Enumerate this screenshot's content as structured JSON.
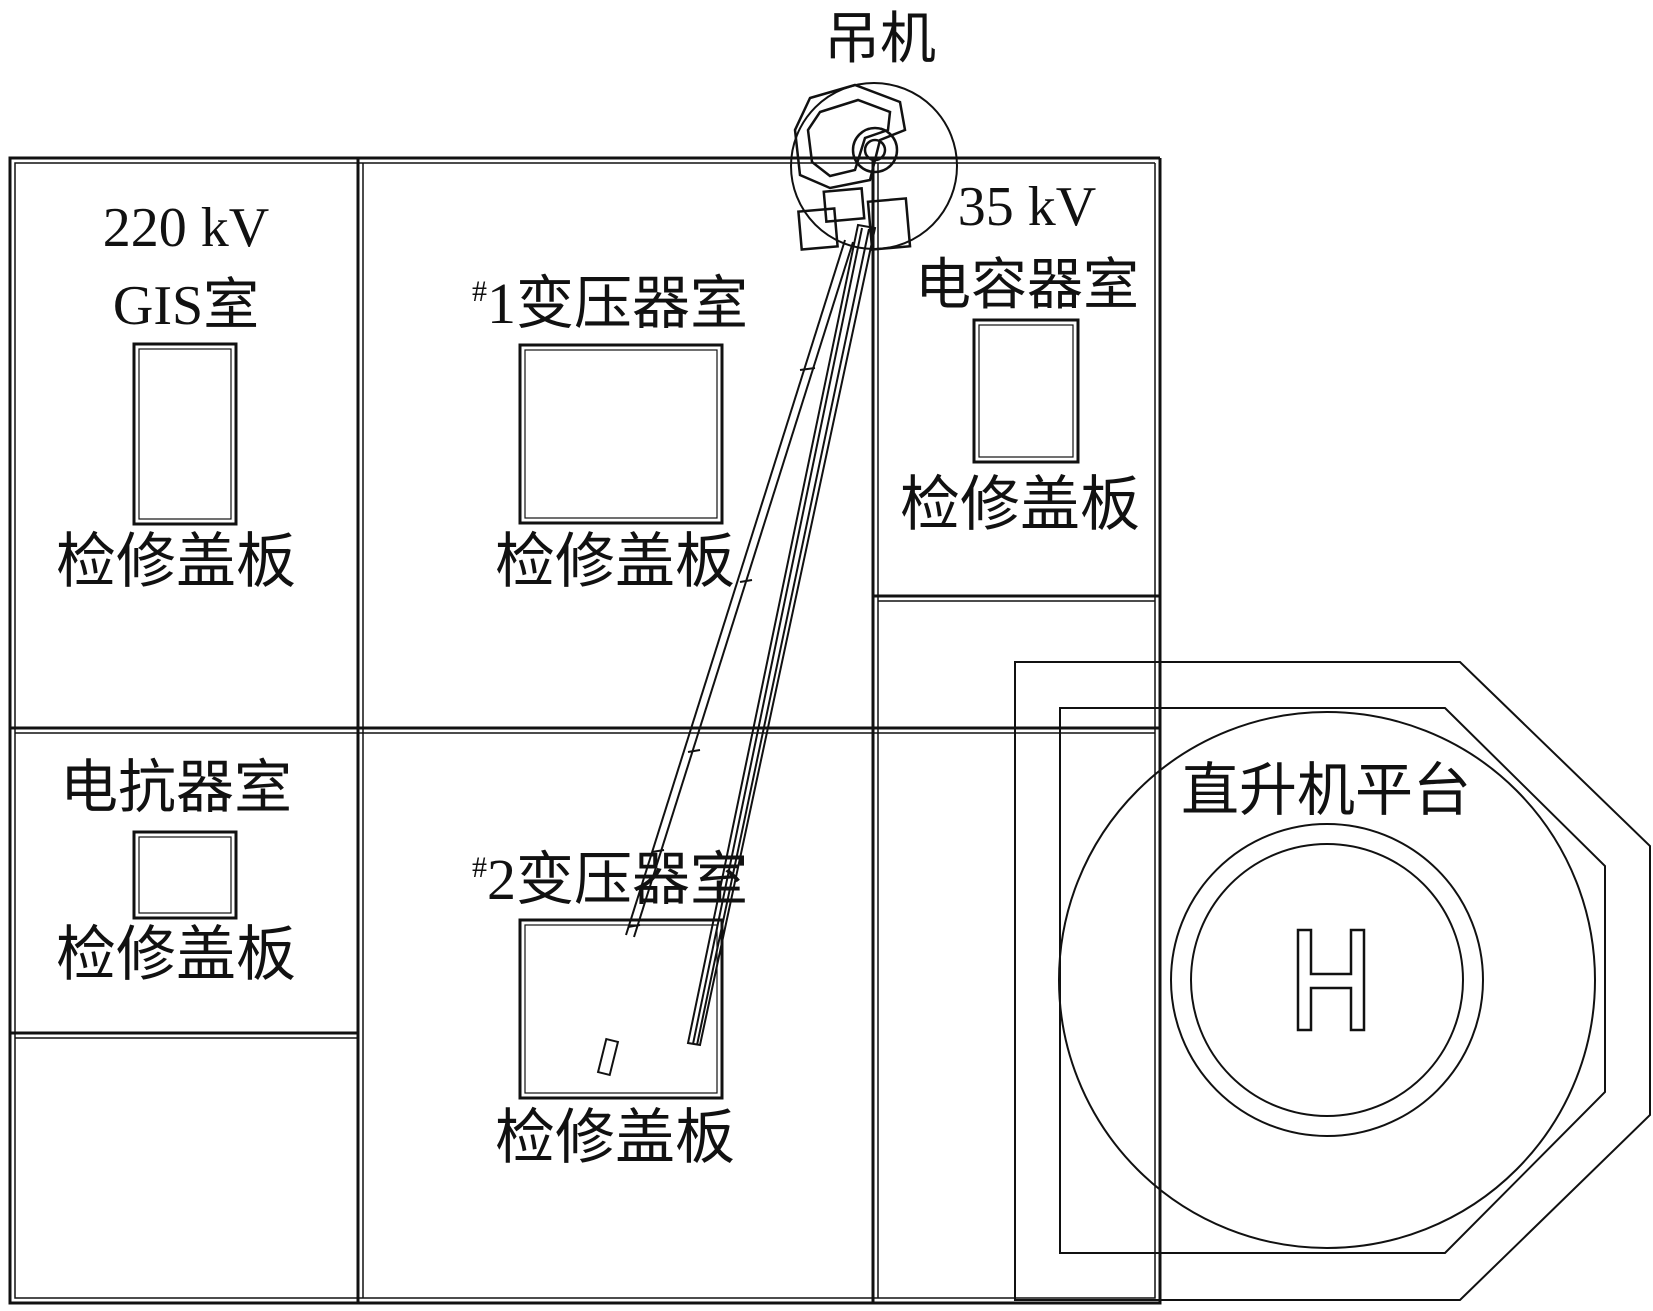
{
  "rooms": {
    "gis": {
      "line1": "220 kV",
      "line2": "GIS室",
      "cover": "检修盖板"
    },
    "transformer1": {
      "mark": "#",
      "name": "1变压器室",
      "cover": "检修盖板"
    },
    "capacitor": {
      "line1": "35 kV",
      "line2": "电容器室",
      "cover": "检修盖板"
    },
    "reactor": {
      "name": "电抗器室",
      "cover": "检修盖板"
    },
    "transformer2": {
      "mark": "#",
      "name": "2变压器室",
      "cover": "检修盖板"
    }
  },
  "crane": {
    "label": "吊机"
  },
  "helipad": {
    "label": "直升机平台",
    "symbol": "H"
  },
  "colors": {
    "line": "#111111",
    "background": "#ffffff"
  }
}
